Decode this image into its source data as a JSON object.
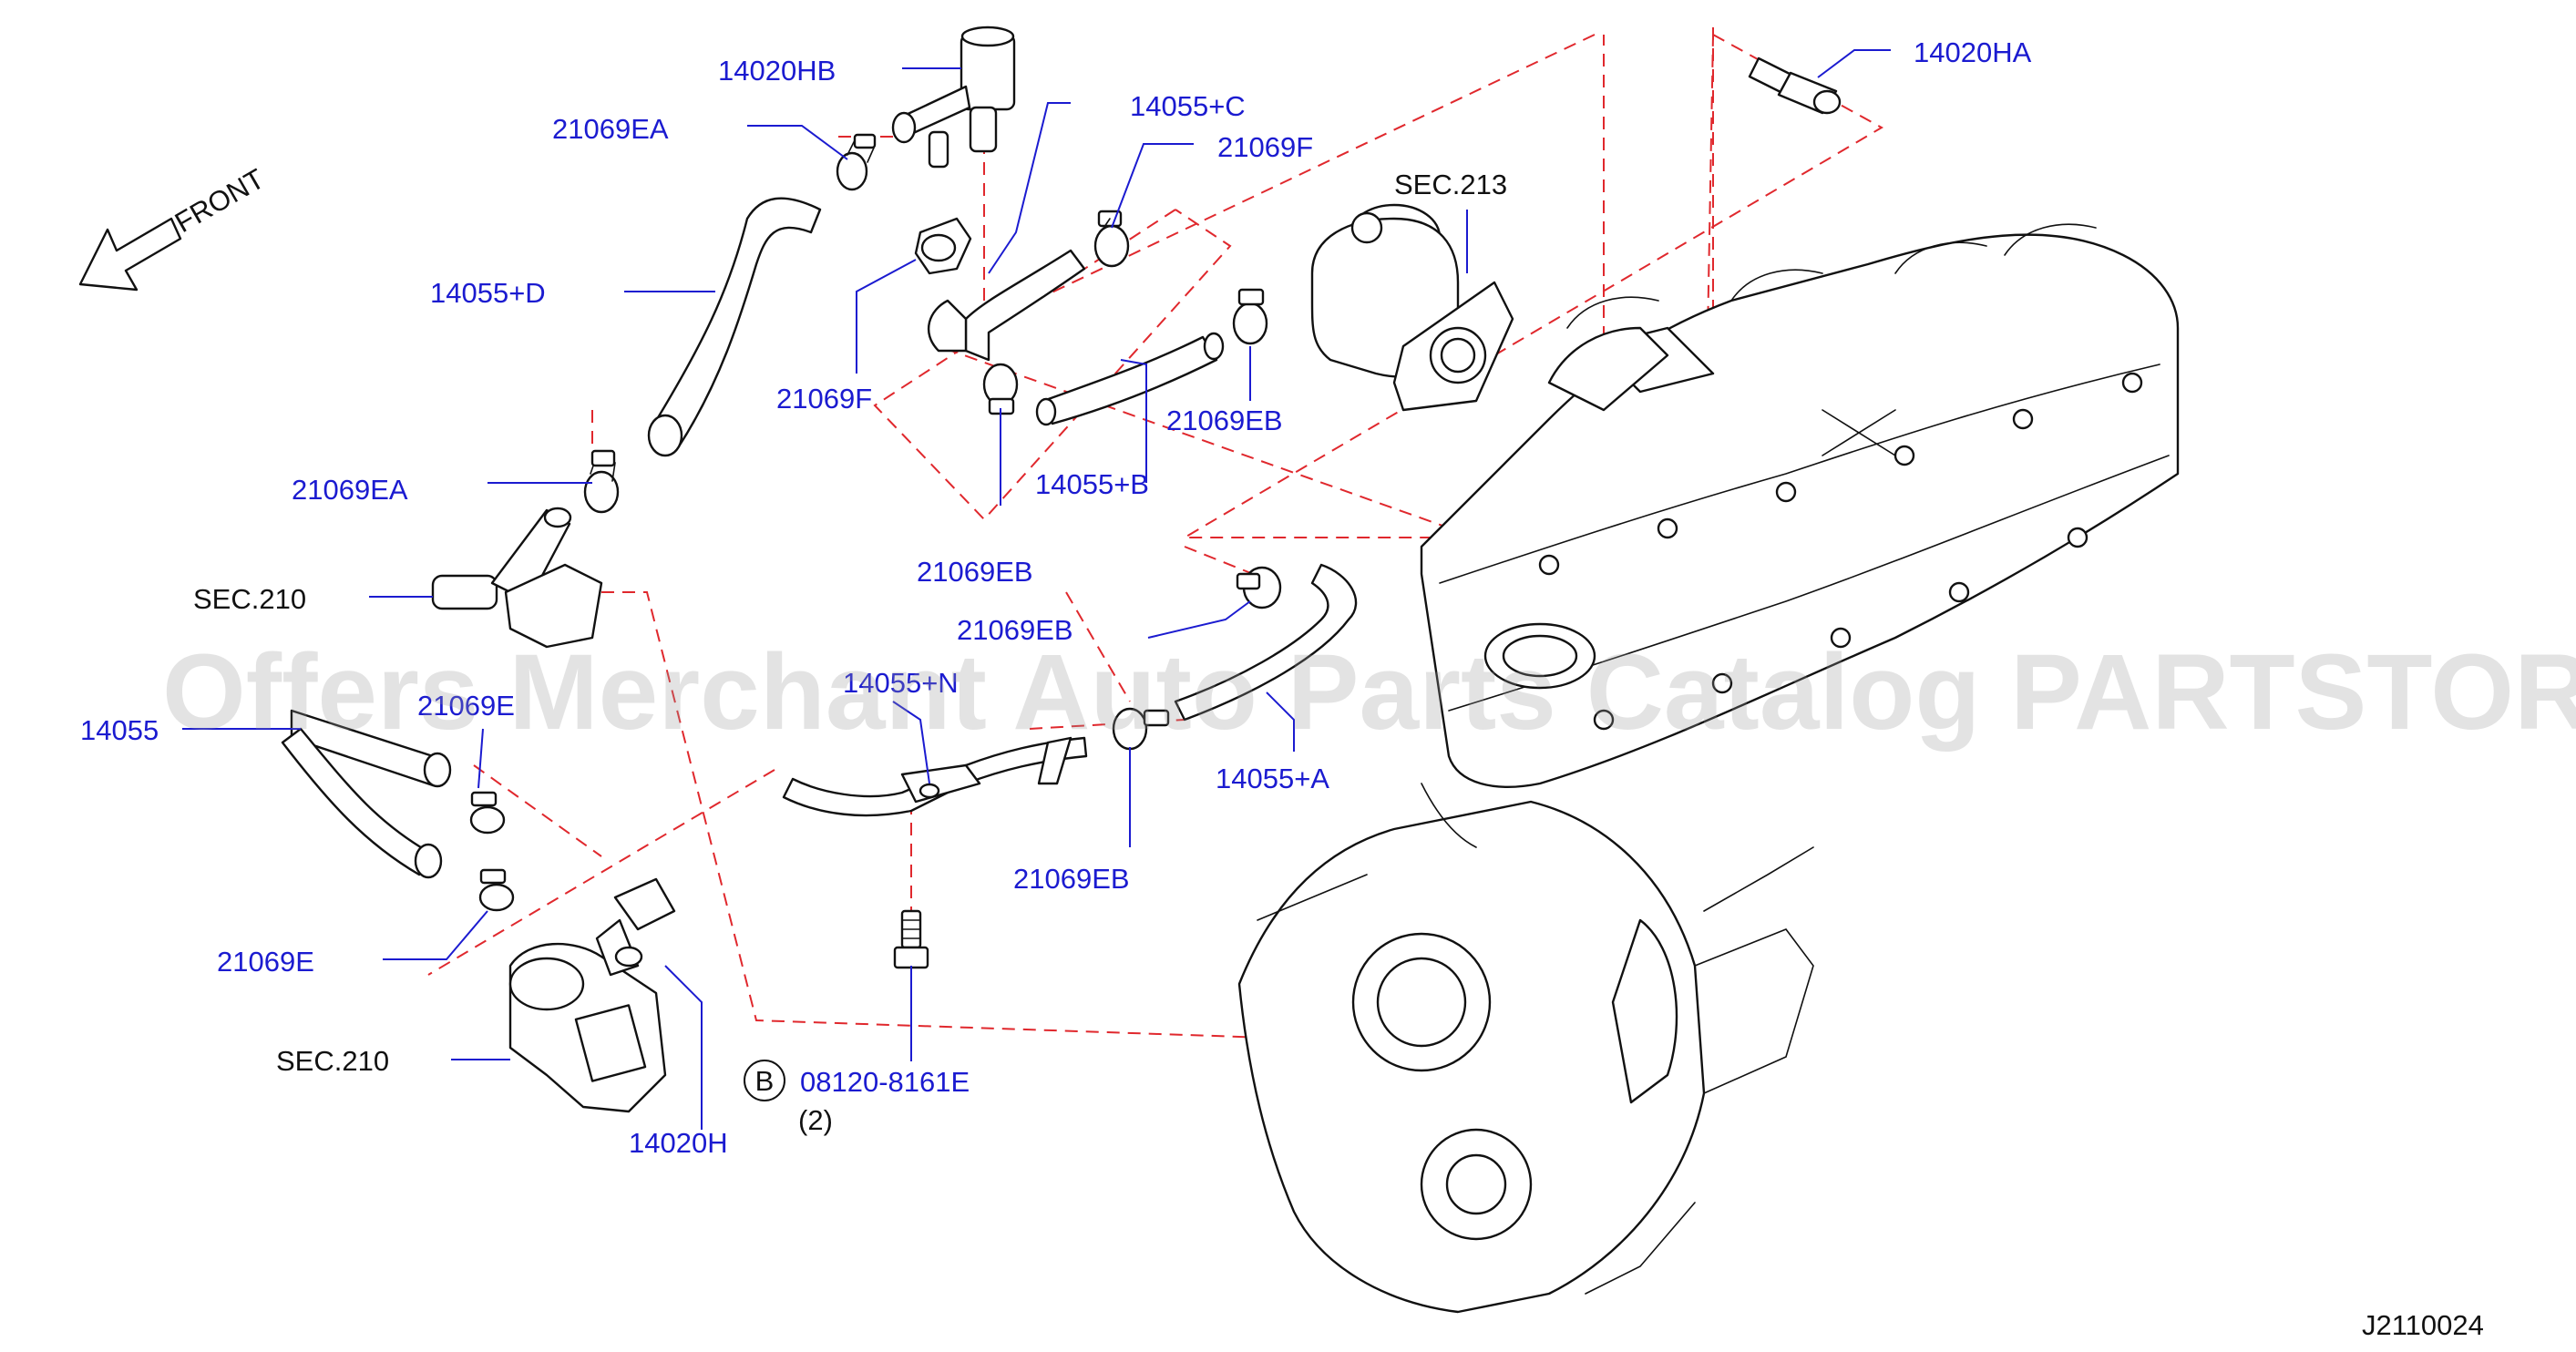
{
  "labels": {
    "p14020HB": "14020HB",
    "p21069EA_top": "21069EA",
    "front": "FRONT",
    "p14055C": "14055+C",
    "p21069F_top": "21069F",
    "p14020HA": "14020HA",
    "sec213": "SEC.213",
    "p14055D": "14055+D",
    "p21069F_mid": "21069F",
    "p21069EB_right": "21069EB",
    "p21069EA_mid": "21069EA",
    "p14055B": "14055+B",
    "p21069EB_mid": "21069EB",
    "sec210_top": "SEC.210",
    "p21069EB_low": "21069EB",
    "p14055N": "14055+N",
    "p21069E_upper": "21069E",
    "p14055": "14055",
    "p14055A": "14055+A",
    "p21069EB_bottom": "21069EB",
    "p21069E_lower": "21069E",
    "sec210_bottom": "SEC.210",
    "bolt_marker": "B",
    "bolt_part": "08120-8161E",
    "bolt_qty": "(2)",
    "p14020H": "14020H",
    "diagram_code": "J2110024"
  },
  "watermark": "Offers Merchant Auto Parts Catalog PARTSTORE.SA",
  "colors": {
    "callout_blue": "#1b1bd0",
    "centerline_red": "#e0282d",
    "line_black": "#111111",
    "watermark_gray": "#9a9a9a"
  }
}
